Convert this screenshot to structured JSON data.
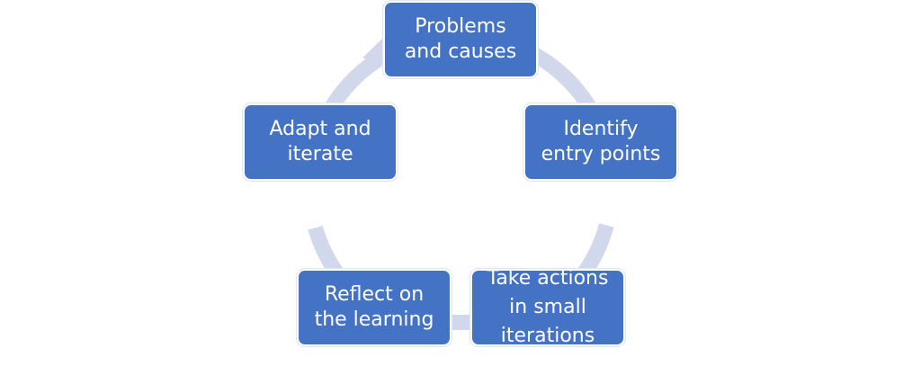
{
  "colors": {
    "node_fill": "#4472c4",
    "node_text": "#ffffff",
    "cycle_arc": "#d2d8eb"
  },
  "diagram": {
    "type": "cycle",
    "direction": "clockwise",
    "nodes": [
      {
        "id": "problems-and-causes",
        "label": "Problems\nand causes"
      },
      {
        "id": "identify-entry-points",
        "label": "Identify\nentry points"
      },
      {
        "id": "take-actions",
        "label": "Take actions\nin small\niterations"
      },
      {
        "id": "reflect-on-learning",
        "label": "Reflect on\nthe learning"
      },
      {
        "id": "adapt-and-iterate",
        "label": "Adapt and\niterate"
      }
    ]
  }
}
